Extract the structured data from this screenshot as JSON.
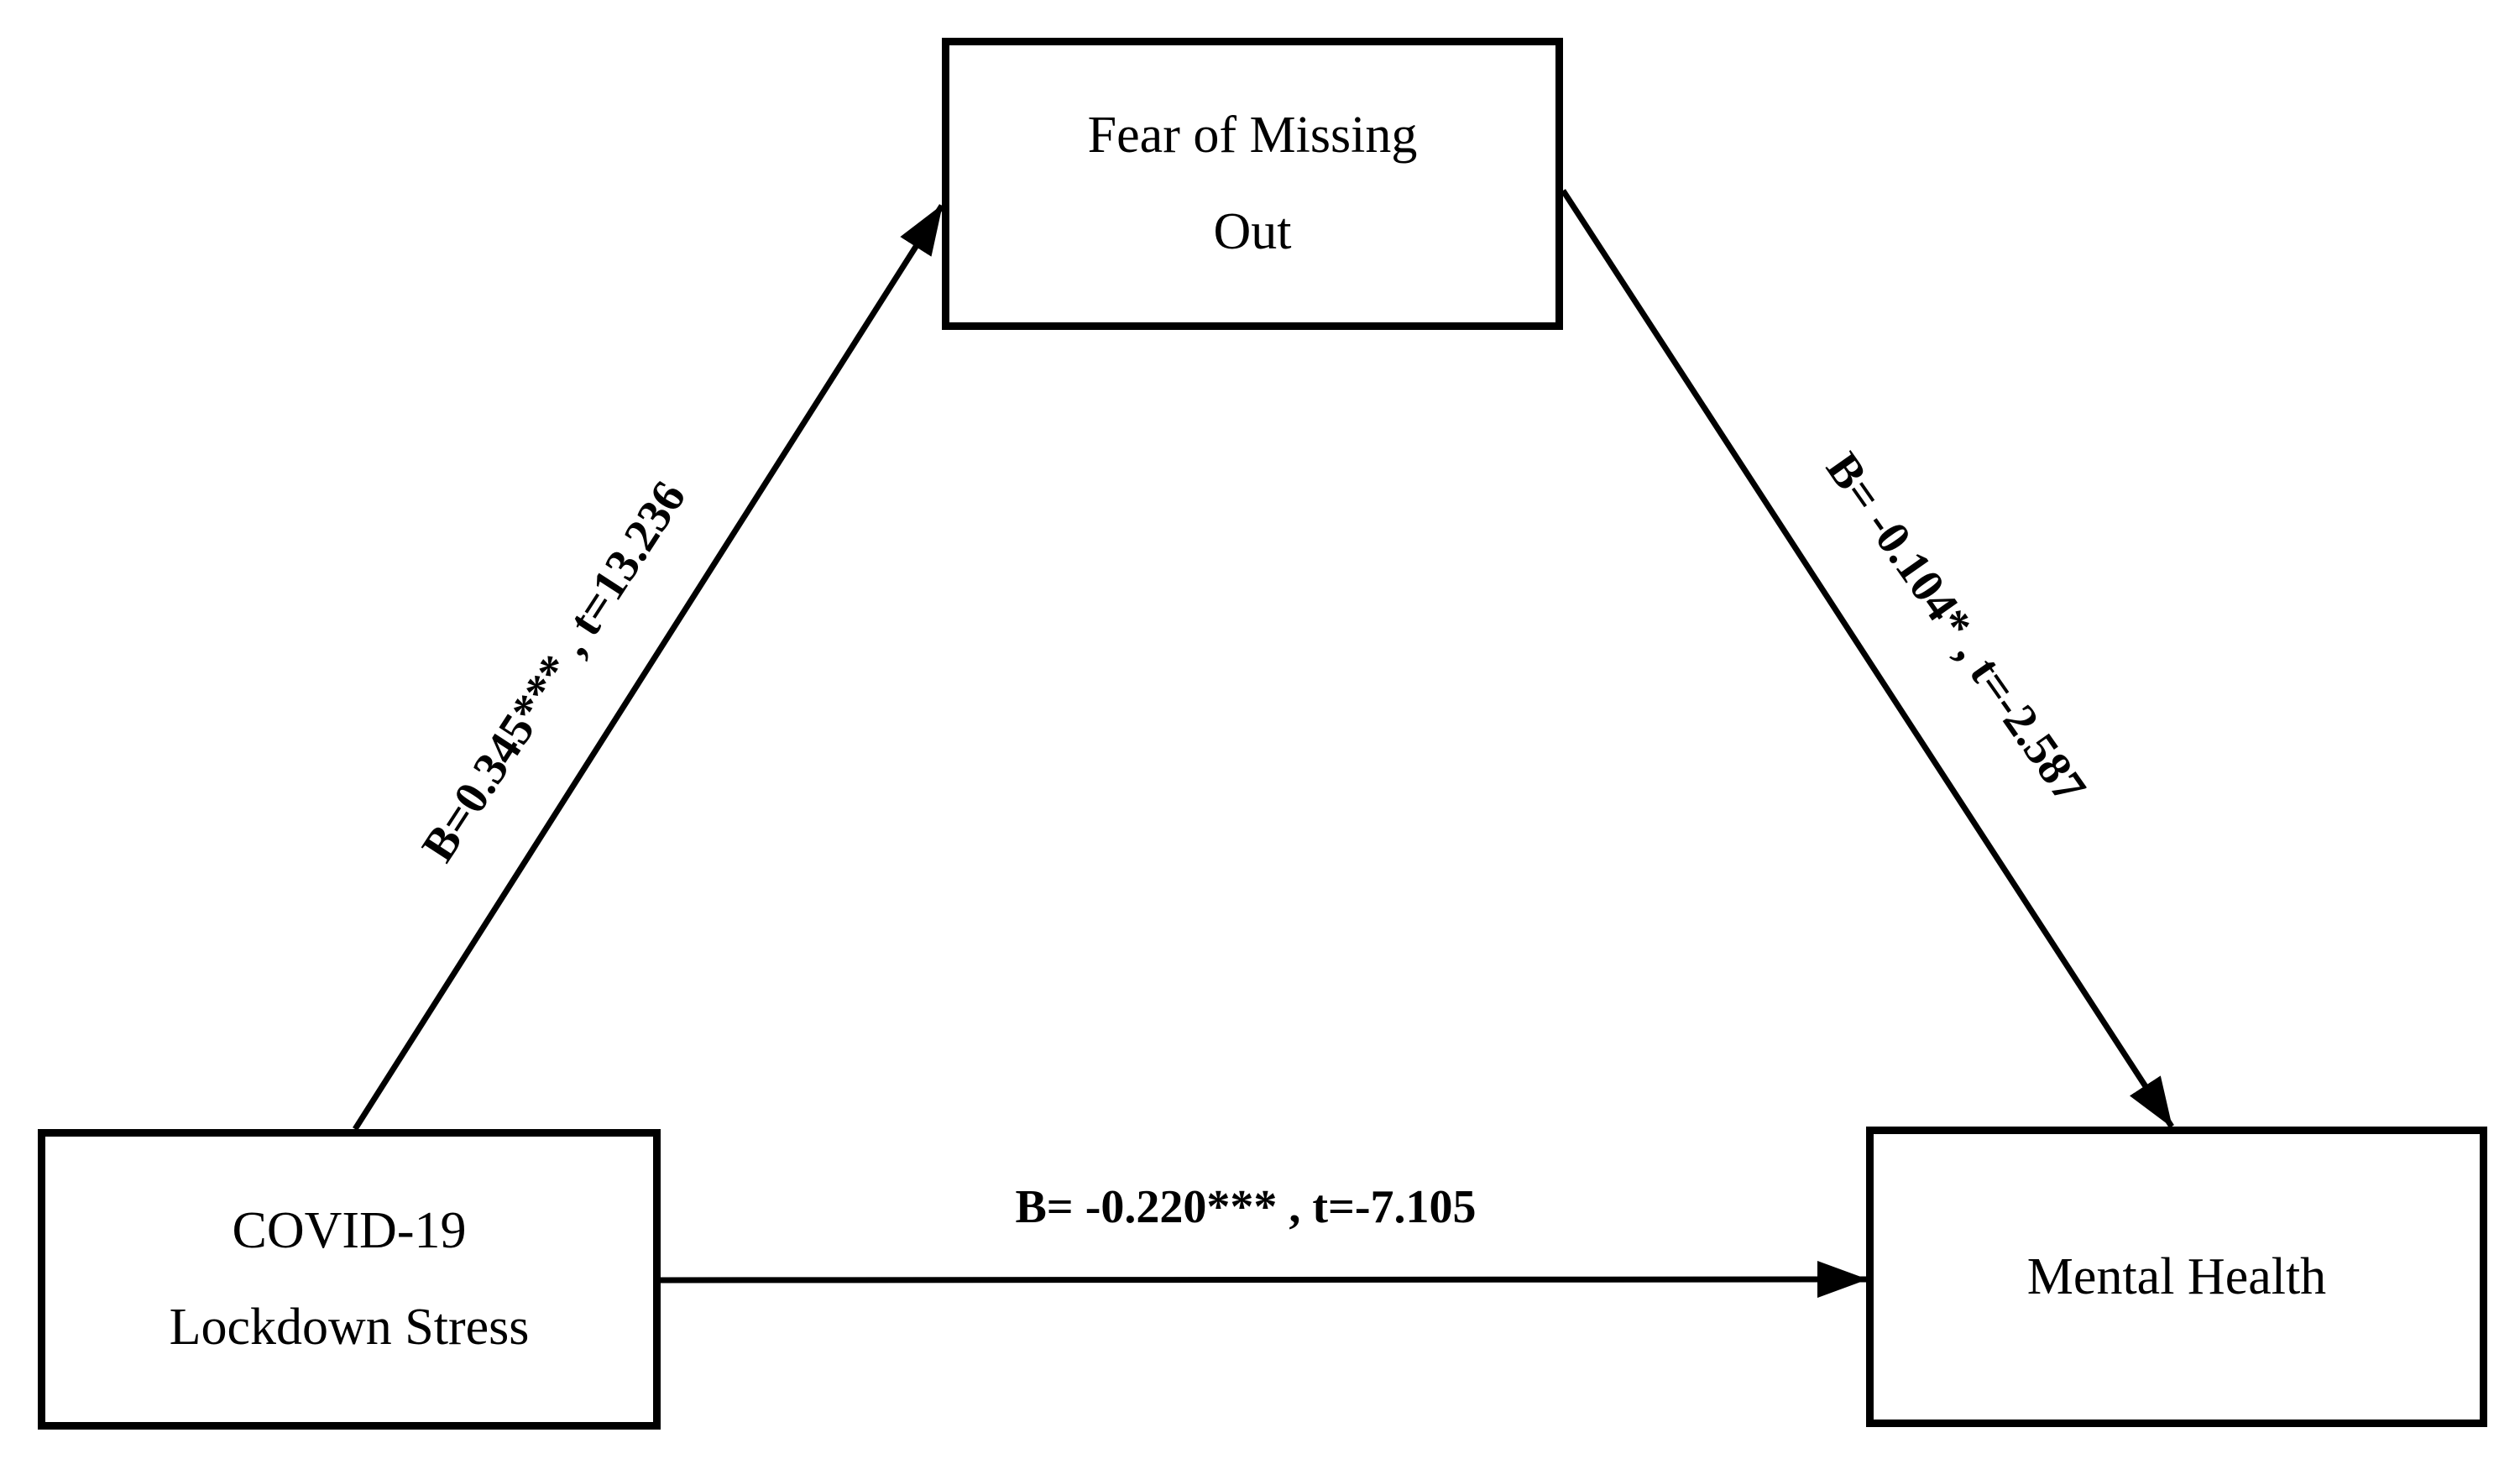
{
  "diagram": {
    "nodes": {
      "mediator": {
        "line1": "Fear of Missing",
        "line2": "Out"
      },
      "predictor": {
        "line1": "COVID-19",
        "line2": "Lockdown Stress"
      },
      "outcome": {
        "line1": "Mental Health"
      }
    },
    "paths": {
      "a": {
        "from": "predictor",
        "to": "mediator",
        "label": "B=0.345*** , t=13.236"
      },
      "b": {
        "from": "mediator",
        "to": "outcome",
        "label": "B= -0.104* , t=-2.587"
      },
      "c": {
        "from": "predictor",
        "to": "outcome",
        "label": "B= -0.220*** , t=-7.105"
      }
    },
    "colors": {
      "ink": "#000000",
      "background": "#ffffff"
    }
  }
}
